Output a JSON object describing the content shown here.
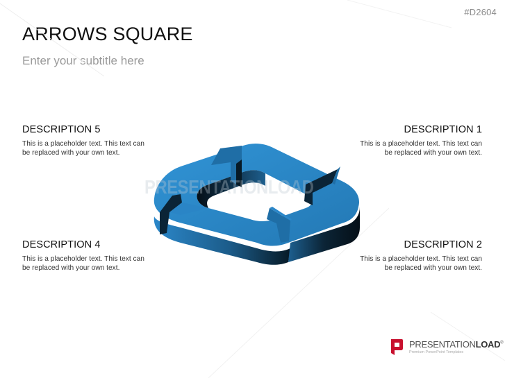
{
  "slide": {
    "code": "#D2604",
    "title": "ARROWS SQUARE",
    "subtitle": "Enter your subtitle here"
  },
  "descriptions": [
    {
      "id": 5,
      "heading": "DESCRIPTION 5",
      "text": "This is a placeholder text. This text can be replaced with your own text."
    },
    {
      "id": 1,
      "heading": "DESCRIPTION 1",
      "text": "This is a placeholder text. This text can be replaced with your own text."
    },
    {
      "id": 4,
      "heading": "DESCRIPTION 4",
      "text": "This is a placeholder text. This text can be replaced with your own text."
    },
    {
      "id": 2,
      "heading": "DESCRIPTION 2",
      "text": "This is a placeholder text. This text can be replaced with your own text."
    }
  ],
  "diagram": {
    "type": "3d-arrows-square-cycle",
    "arrow_count": 4,
    "colors": {
      "top": "#2b87c9",
      "side_dark": "#071a26",
      "side_mid": "#1d5f8f"
    },
    "watermark": "PRESENTATIONLOAD"
  },
  "logo": {
    "name_light": "PRESENTATION",
    "name_bold": "LOAD",
    "registered": "®",
    "tagline": "Premium PowerPoint Templates",
    "color": "#c8102e"
  }
}
